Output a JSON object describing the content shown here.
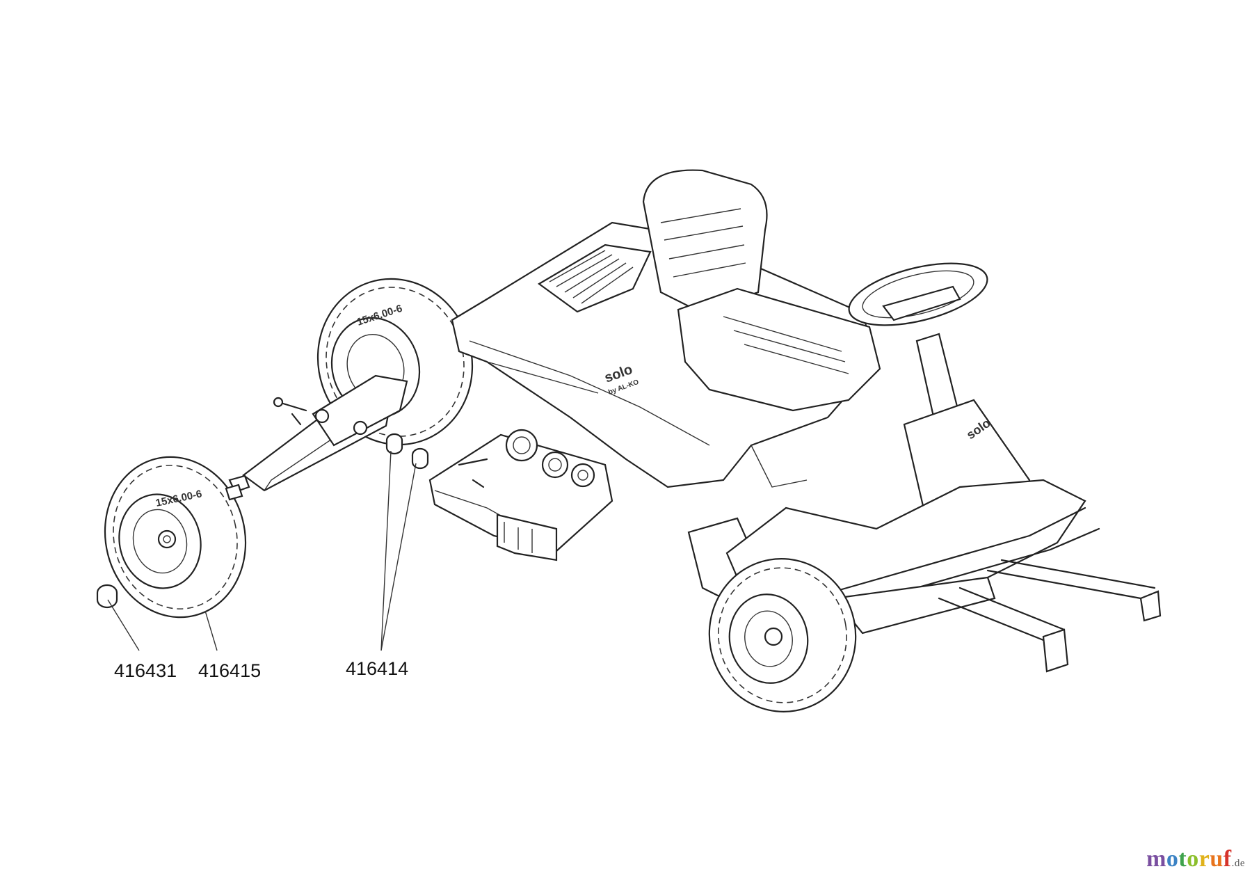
{
  "part_labels": [
    "416431",
    "416415",
    "416414"
  ],
  "brand_marks": [
    "solo",
    "by AL-KO"
  ],
  "tyre_marking": "15x6.00-6",
  "watermark": {
    "colored_letters": [
      {
        "ch": "m",
        "color": "#7a4fa0"
      },
      {
        "ch": "o",
        "color": "#3b82c4"
      },
      {
        "ch": "t",
        "color": "#3fa34d"
      },
      {
        "ch": "o",
        "color": "#8bbf2b"
      },
      {
        "ch": "r",
        "color": "#e0b21b"
      },
      {
        "ch": "u",
        "color": "#e8741c"
      },
      {
        "ch": "f",
        "color": "#d6332b"
      }
    ],
    "suffix": ".de",
    "suffix_color": "#555555"
  }
}
